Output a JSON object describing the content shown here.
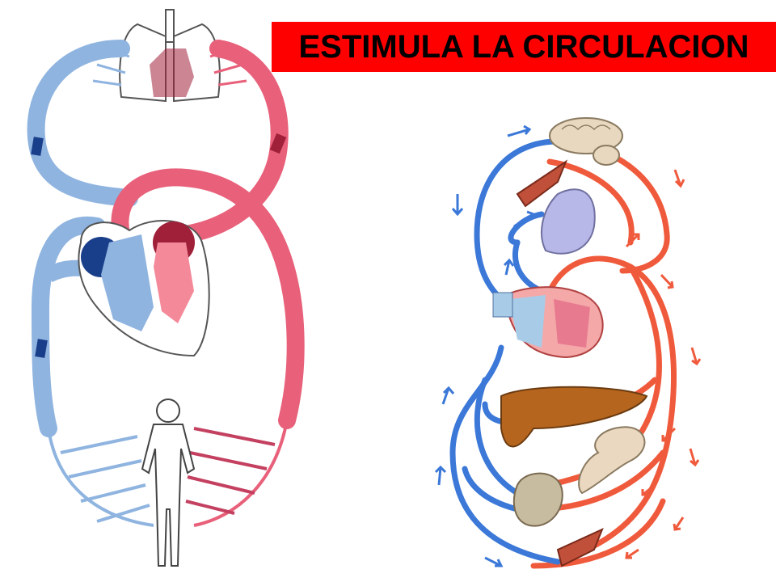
{
  "title": "ESTIMULA LA CIRCULACION",
  "colors": {
    "banner": "#ff0000",
    "title_text": "#000000",
    "venous_blue": "#3b78d8",
    "light_blue": "#8fb4e0",
    "dark_blue": "#1a3f8a",
    "arterial_red": "#f05a3c",
    "pink_red": "#e8607a",
    "dark_red": "#a0203a",
    "liver": "#b5651d",
    "kidney": "#c8bca0",
    "lung": "#b8b8e8",
    "brain": "#e8d8c0",
    "muscle": "#c0503a"
  },
  "diagrams": {
    "left": "systemic-pulmonary-loop",
    "right": "organ-circulation"
  }
}
